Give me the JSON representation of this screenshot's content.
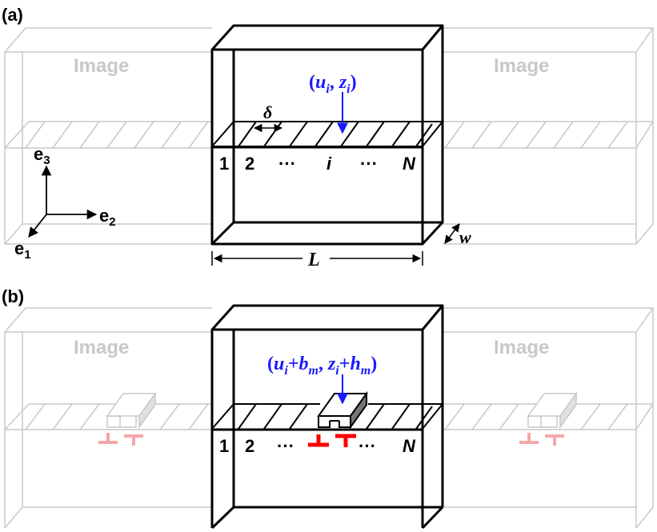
{
  "panels": {
    "a": {
      "label": "(a)",
      "image_left": "Image",
      "image_right": "Image",
      "atom_label": {
        "open": "(",
        "u": "u",
        "i1": "i",
        "comma": ", ",
        "z": "z",
        "i2": "i",
        "close": ")"
      },
      "delta": "δ",
      "indices": {
        "first": "1",
        "second": "2",
        "dots1": "···",
        "mid": "i",
        "dots2": "···",
        "last": "N"
      },
      "axes": {
        "e": "e",
        "e1_sub": "1",
        "e2_sub": "2",
        "e3_sub": "3"
      },
      "width_label": "w",
      "length_label": "L"
    },
    "b": {
      "label": "(b)",
      "image_left": "Image",
      "image_right": "Image",
      "atom_label": {
        "open": "(",
        "u": "u",
        "i1": "i",
        "plus1": "+",
        "b": "b",
        "m1": "m",
        "comma": ", ",
        "z": "z",
        "i2": "i",
        "plus2": "+",
        "h": "h",
        "m2": "m",
        "close": ")"
      },
      "indices": {
        "first": "1",
        "second": "2",
        "dots1": "···",
        "dots2": "···",
        "last": "N"
      }
    }
  },
  "colors": {
    "label_blue": "#1a1aff",
    "dislocation_red": "#ff0000",
    "dislocation_faint": "#f4a7a7",
    "image_gray": "#c8c8c8",
    "box_black": "#000000"
  }
}
